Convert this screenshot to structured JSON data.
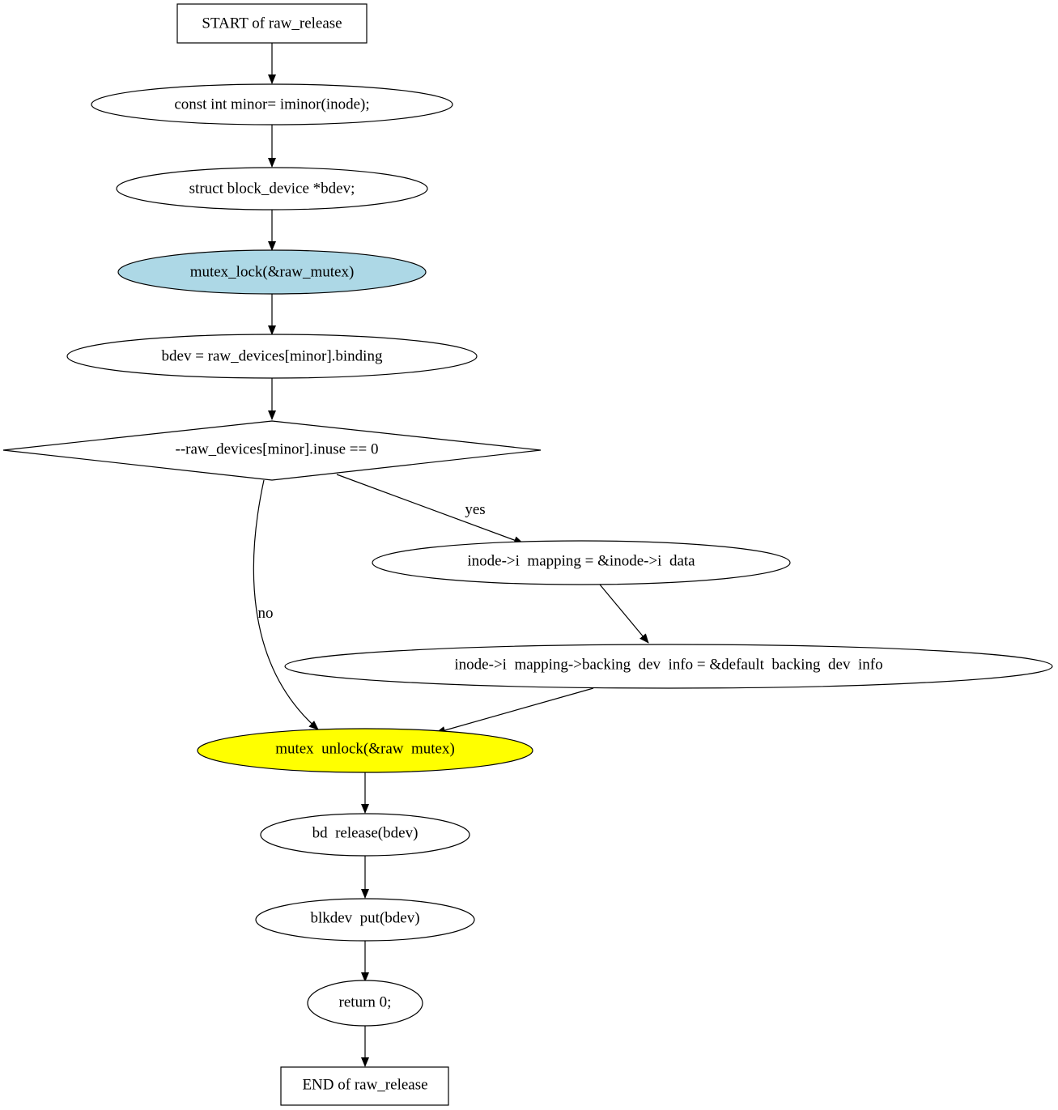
{
  "diagram": {
    "nodes": [
      {
        "id": "start",
        "label": "START of raw_release",
        "shape": "box",
        "fill": "#ffffff"
      },
      {
        "id": "n1",
        "label": "const int minor= iminor(inode);",
        "shape": "ellipse",
        "fill": "#ffffff"
      },
      {
        "id": "n2",
        "label": "struct block_device *bdev;",
        "shape": "ellipse",
        "fill": "#ffffff"
      },
      {
        "id": "n3",
        "label": "mutex_lock(&raw_mutex)",
        "shape": "ellipse",
        "fill": "#add8e6"
      },
      {
        "id": "n4",
        "label": "bdev = raw_devices[minor].binding",
        "shape": "ellipse",
        "fill": "#ffffff"
      },
      {
        "id": "cond",
        "label": "--raw_devices[minor].inuse == 0",
        "shape": "diamond",
        "fill": "#ffffff"
      },
      {
        "id": "n5",
        "label": "inode->i  mapping = &inode->i  data",
        "shape": "ellipse",
        "fill": "#ffffff"
      },
      {
        "id": "n6",
        "label": "inode->i  mapping->backing  dev  info = &default  backing  dev  info",
        "shape": "ellipse",
        "fill": "#ffffff"
      },
      {
        "id": "n7",
        "label": "mutex  unlock(&raw  mutex)",
        "shape": "ellipse",
        "fill": "#ffff00"
      },
      {
        "id": "n8",
        "label": "bd  release(bdev)",
        "shape": "ellipse",
        "fill": "#ffffff"
      },
      {
        "id": "n9",
        "label": "blkdev  put(bdev)",
        "shape": "ellipse",
        "fill": "#ffffff"
      },
      {
        "id": "n10",
        "label": "return 0;",
        "shape": "ellipse",
        "fill": "#ffffff"
      },
      {
        "id": "end",
        "label": "END of raw_release",
        "shape": "box",
        "fill": "#ffffff"
      }
    ],
    "edges": [
      {
        "from": "start",
        "to": "n1",
        "label": ""
      },
      {
        "from": "n1",
        "to": "n2",
        "label": ""
      },
      {
        "from": "n2",
        "to": "n3",
        "label": ""
      },
      {
        "from": "n3",
        "to": "n4",
        "label": ""
      },
      {
        "from": "n4",
        "to": "cond",
        "label": ""
      },
      {
        "from": "cond",
        "to": "n5",
        "label": "yes"
      },
      {
        "from": "cond",
        "to": "n7",
        "label": "no"
      },
      {
        "from": "n5",
        "to": "n6",
        "label": ""
      },
      {
        "from": "n6",
        "to": "n7",
        "label": ""
      },
      {
        "from": "n7",
        "to": "n8",
        "label": ""
      },
      {
        "from": "n8",
        "to": "n9",
        "label": ""
      },
      {
        "from": "n9",
        "to": "n10",
        "label": ""
      },
      {
        "from": "n10",
        "to": "end",
        "label": ""
      }
    ]
  }
}
